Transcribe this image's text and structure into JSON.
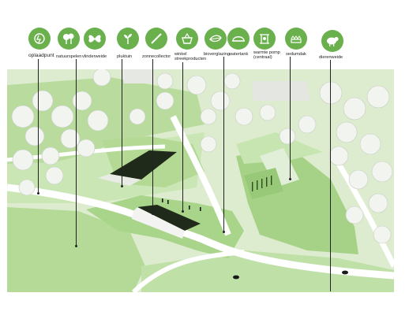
{
  "legend": {
    "items": [
      {
        "key": "oplaadpunt",
        "label": "oplaadpunt",
        "icon": "charging-point-icon"
      },
      {
        "key": "natuurspelen",
        "label": "natuurspelen",
        "icon": "nature-play-icon"
      },
      {
        "key": "vlinderweide",
        "label": "vlinderweide",
        "icon": "butterfly-icon"
      },
      {
        "key": "pluktuin",
        "label": "pluktuin",
        "icon": "sprout-icon"
      },
      {
        "key": "zonnecollector",
        "label": "zonnecollector",
        "icon": "solar-collector-icon"
      },
      {
        "key": "winkel",
        "label": "winkel\nstreekproducten",
        "icon": "shop-basket-icon"
      },
      {
        "key": "bioverglazing",
        "label": "bioverglazing",
        "icon": "leaf-icon"
      },
      {
        "key": "watertank",
        "label": "watertank",
        "icon": "water-tank-icon"
      },
      {
        "key": "warmtepomp",
        "label": "warmte pomp\n(centraal)",
        "icon": "heat-pump-icon"
      },
      {
        "key": "sedumdak",
        "label": "sedumdak",
        "icon": "green-roof-icon"
      },
      {
        "key": "dierenweide",
        "label": "dierenweide",
        "icon": "lamb-icon"
      }
    ]
  },
  "colors": {
    "icon_green": "#6ab04c",
    "lawn_light": "#c9e6b4",
    "lawn_mid": "#a8d58a",
    "path": "#ffffff",
    "roof_dark": "#1f2a1a",
    "tree": "#f1f4ef"
  }
}
